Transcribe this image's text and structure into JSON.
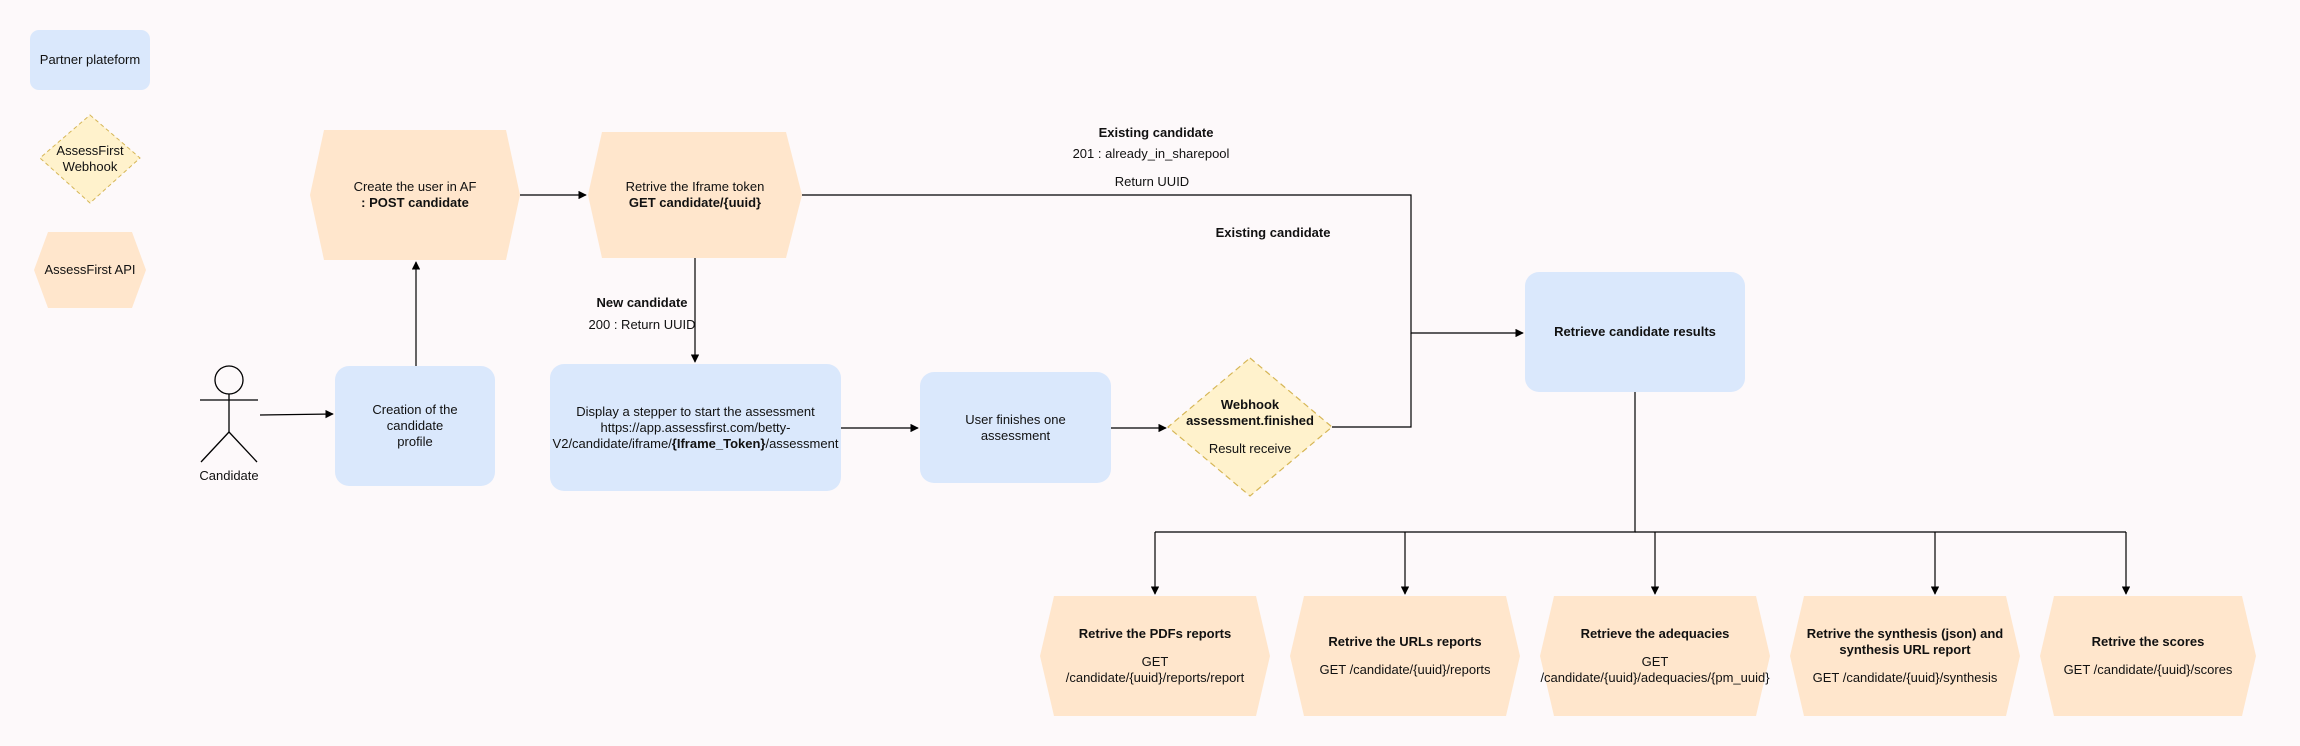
{
  "legend": {
    "partner": "Partner plateform",
    "webhook_line1": "AssessFirst",
    "webhook_line2": "Webhook",
    "api": "AssessFirst API"
  },
  "actor": {
    "label": "Candidate"
  },
  "nodes": {
    "creation_profile": {
      "line1": "Creation of the candidate",
      "line2": "profile"
    },
    "create_user": {
      "line1": "Create the user in AF",
      "line2": ": POST candidate"
    },
    "retrieve_iframe": {
      "line1": "Retrive the Iframe token",
      "line2": "GET candidate/{uuid}"
    },
    "display_stepper": {
      "line1": "Display a stepper to start the assessment",
      "line2": "https://app.assessfirst.com/betty-",
      "line3_prefix": "V2/candidate/iframe/",
      "line3_bold": "{Iframe_Token}",
      "line3_suffix": "/assessment"
    },
    "user_finishes": {
      "line1": "User finishes one assessment"
    },
    "webhook": {
      "line1": "Webhook",
      "line2": "assessment.finished",
      "line3": "Result receive"
    },
    "retrieve_results": {
      "line1": "Retrieve candidate results"
    },
    "pdf_reports": {
      "title": "Retrive the PDFs reports",
      "endpoint": "GET /candidate/{uuid}/reports/report"
    },
    "url_reports": {
      "title": "Retrive the URLs reports",
      "endpoint": "GET /candidate/{uuid}/reports"
    },
    "adequacies": {
      "title": "Retrieve the adequacies",
      "endpoint_line1": "GET",
      "endpoint_line2": "/candidate/{uuid}/adequacies/{pm_uuid}"
    },
    "synthesis": {
      "title_line1": "Retrive the synthesis (json) and",
      "title_line2": "synthesis URL report",
      "endpoint": "GET /candidate/{uuid}/synthesis"
    },
    "scores": {
      "title": "Retrive the scores",
      "endpoint": "GET /candidate/{uuid}/scores"
    }
  },
  "edge_labels": {
    "existing_title": "Existing candidate",
    "existing_code": "201 : already_in_sharepool",
    "existing_return": "Return UUID",
    "existing_second": "Existing candidate",
    "new_title": "New candidate",
    "new_code": "200 : Return UUID"
  },
  "colors": {
    "partner_fill": "#dae8fc",
    "api_fill": "#ffe6cc",
    "webhook_fill": "#fff2cc",
    "webhook_stroke": "#d6b656",
    "edge": "#000000"
  }
}
